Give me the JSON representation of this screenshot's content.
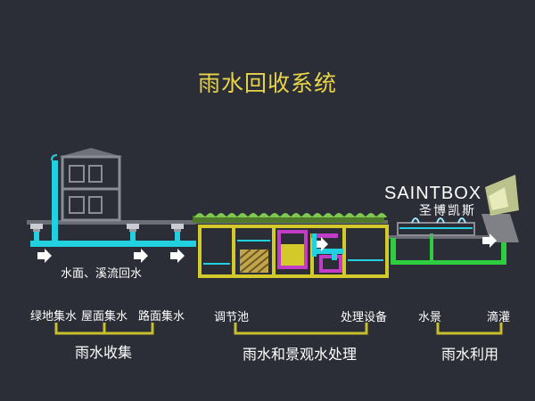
{
  "title": "雨水回收系统",
  "brand": {
    "en": "SAINTBOX",
    "zh": "圣博凯斯"
  },
  "flow_label": "水面、溪流回水",
  "collection_items": [
    "绿地集水",
    "屋面集水",
    "路面集水"
  ],
  "treatment_items": [
    "调节池",
    "处理设备"
  ],
  "use_items": [
    "水景",
    "滴灌"
  ],
  "groups": {
    "collection": "雨水收集",
    "treatment": "雨水和景观水处理",
    "use": "雨水利用"
  },
  "colors": {
    "background": "#2b2e36",
    "title": "#e8d44a",
    "water_pipe": "#22d0e0",
    "bracket": "#c7bf2c",
    "tank_outline": "#d4c92a",
    "reuse_pipe": "#2ecc40",
    "equipment_magenta": "#c23cc8",
    "grass": "#7ec850"
  }
}
